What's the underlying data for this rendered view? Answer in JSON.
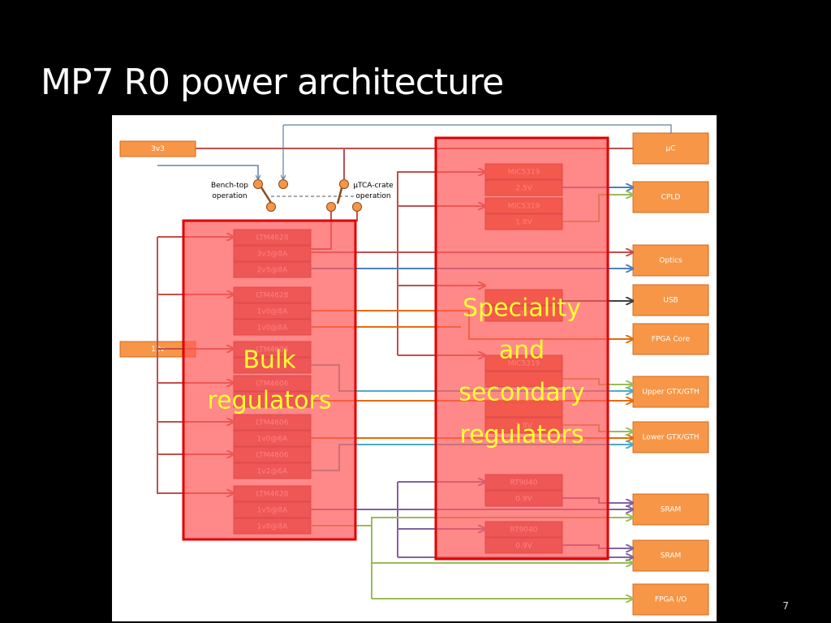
{
  "slide": {
    "title": "MP7 R0 power architecture",
    "page_number": "7"
  },
  "inputs": {
    "rail_3v3": "3v3",
    "rail_12v": "12v"
  },
  "switches": {
    "bench_top": "Bench-top\noperation",
    "utca_crate": "µTCA-crate\noperation"
  },
  "bulk": {
    "label": "Bulk\nregulators",
    "groups": [
      {
        "name": "LTM4628",
        "rails": [
          "3v3@8A",
          "2v5@8A"
        ]
      },
      {
        "name": "LTM4628",
        "rails": [
          "1v0@8A",
          "1v0@8A"
        ]
      },
      {
        "name": "LTM4606",
        "rails": [
          ""
        ]
      },
      {
        "name": "LTM4606",
        "rails": [
          ""
        ]
      },
      {
        "name": "LTM4606",
        "rails": [
          "1v0@6A"
        ]
      },
      {
        "name": "LTM4606",
        "rails": [
          "1v2@6A"
        ]
      },
      {
        "name": "LTM4628",
        "rails": [
          "1v5@8A",
          "1v8@8A"
        ]
      }
    ]
  },
  "secondary": {
    "label": "Speciality\nand\nsecondary\nregulators",
    "groups": [
      {
        "name": "MIC5319",
        "rails": [
          "2.5V"
        ]
      },
      {
        "name": "MIC5319",
        "rails": [
          "1.8V"
        ]
      },
      {
        "name": "",
        "rails": [
          "3V"
        ]
      },
      {
        "name": "MIC5319",
        "rails": [
          ""
        ]
      },
      {
        "name": "",
        "rails": [
          "1.8V"
        ]
      },
      {
        "name": "RT9040",
        "rails": [
          "0.9V"
        ]
      },
      {
        "name": "RT9040",
        "rails": [
          "0.9V"
        ]
      }
    ]
  },
  "loads": [
    "µC",
    "CPLD",
    "Optics",
    "USB",
    "FPGA Core",
    "Upper GTX/GTH",
    "Lower GTX/GTH",
    "SRAM",
    "SRAM",
    "FPGA I/O"
  ],
  "colors": {
    "orange_fill": "#F79646",
    "orange_stroke": "#D2691E",
    "reg_fill": "#C0504D",
    "reg_stroke": "#8B2A2A",
    "overlay_fill": "#FF5A5A",
    "overlay_stroke": "#E00000",
    "label_yellow": "#FFFF33",
    "wire_red": "#C0504D",
    "wire_blue": "#4F81BD",
    "wire_green": "#9BBB59",
    "wire_orange": "#E46C0A",
    "wire_purple": "#8064A2",
    "wire_teal": "#4BACC6",
    "wire_dark": "#404040",
    "wire_steel": "#5F7F9F"
  }
}
